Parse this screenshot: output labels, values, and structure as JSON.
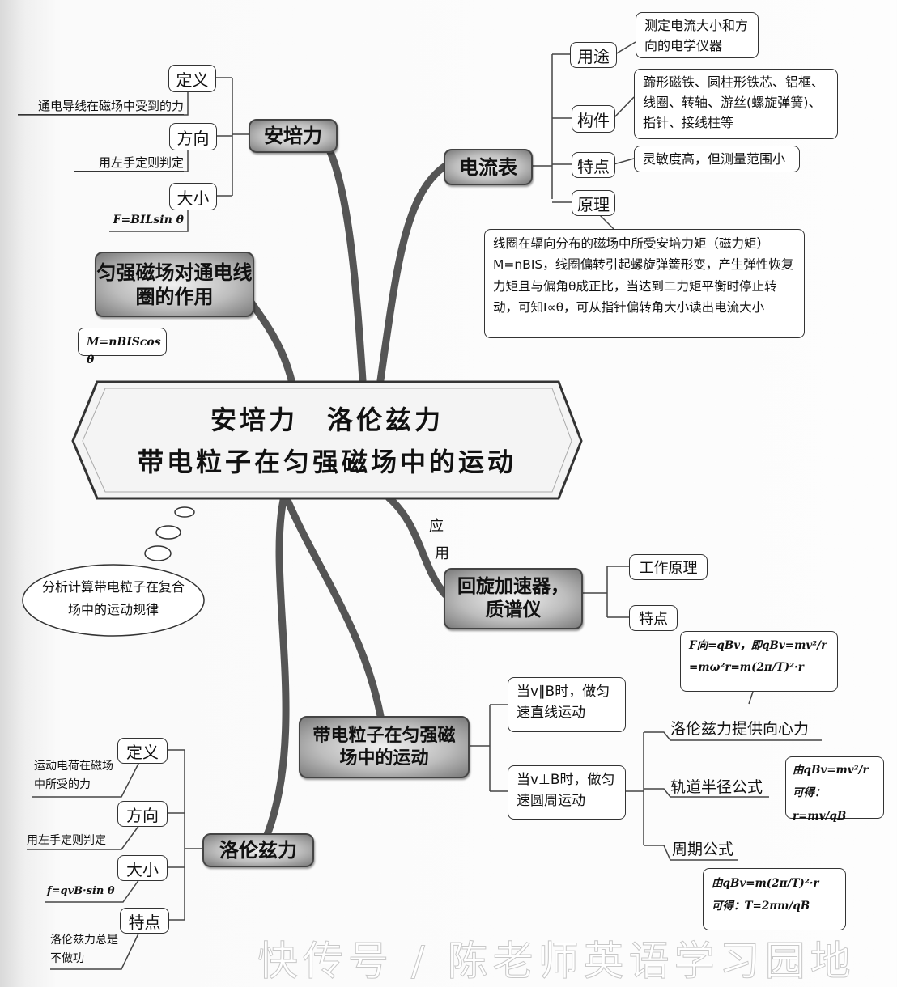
{
  "center": {
    "line1": "安培力　洛伦兹力",
    "line2": "带电粒子在匀强磁场中的运动"
  },
  "ampere": {
    "title": "安培力",
    "items": [
      {
        "label": "定义",
        "desc": "通电导线在磁场中受到的力"
      },
      {
        "label": "方向",
        "desc": "用左手定则判定"
      },
      {
        "label": "大小",
        "desc": "F=BILsin θ"
      }
    ]
  },
  "coil": {
    "title": "匀强磁场对通电线圈的作用",
    "formula": "M=nBIScos θ"
  },
  "ammeter": {
    "title": "电流表",
    "items": [
      {
        "label": "用途",
        "desc": "测定电流大小和方向的电学仪器"
      },
      {
        "label": "构件",
        "desc": "蹄形磁铁、圆柱形铁芯、铝框、线圈、转轴、游丝(螺旋弹簧)、指针、接线柱等"
      },
      {
        "label": "特点",
        "desc": "灵敏度高，但测量范围小"
      },
      {
        "label": "原理",
        "desc": "线圈在辐向分布的磁场中所受安培力矩（磁力矩）M=nBIS，线圈偏转引起螺旋弹簧形变，产生弹性恢复力矩且与偏角θ成正比，当达到二力矩平衡时停止转动，可知I∝θ，可从指针偏转角大小读出电流大小"
      }
    ]
  },
  "application": {
    "label1": "应",
    "label2": "用",
    "title": "回旋加速器，质谱仪",
    "items": [
      "工作原理",
      "特点"
    ]
  },
  "thought": {
    "text": "分析计算带电粒子在复合场中的运动规律"
  },
  "motion": {
    "title": "带电粒子在匀强磁场中的运动",
    "parallel": "当v∥B时，做匀速直线运动",
    "perpendicular": "当v⊥B时，做匀速圆周运动",
    "centripetal": {
      "label": "洛伦兹力提供向心力",
      "line1": "F向=qBv，即qBv=mv²/r",
      "line2": "=mω²r=m(2π/T)²·r"
    },
    "radius": {
      "label": "轨道半径公式",
      "line1": "由qBv=mv²/r",
      "line2": "可得：r=mv/qB"
    },
    "period": {
      "label": "周期公式",
      "line1": "由qBv=m(2π/T)²·r",
      "line2": "可得：T=2πm/qB"
    }
  },
  "lorentz": {
    "title": "洛伦兹力",
    "items": [
      {
        "label": "定义",
        "desc": "运动电荷在磁场中所受的力"
      },
      {
        "label": "方向",
        "desc": "用左手定则判定"
      },
      {
        "label": "大小",
        "desc": "f=qvB·sin θ"
      },
      {
        "label": "特点",
        "desc": "洛伦兹力总是不做功"
      }
    ]
  },
  "watermark": "快传号 / 陈老师英语学习园地"
}
